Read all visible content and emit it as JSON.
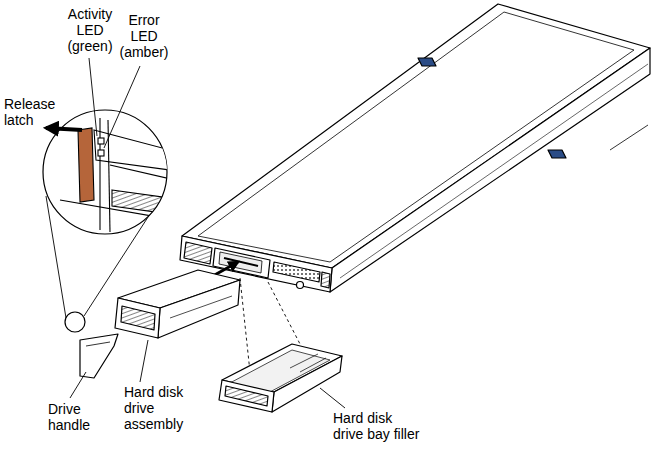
{
  "diagram": {
    "labels": [
      "Activity LED (green)",
      "Error LED (amber)",
      "Release latch",
      "Drive handle",
      "Hard disk drive assembly",
      "Hard disk drive bay filler"
    ]
  }
}
